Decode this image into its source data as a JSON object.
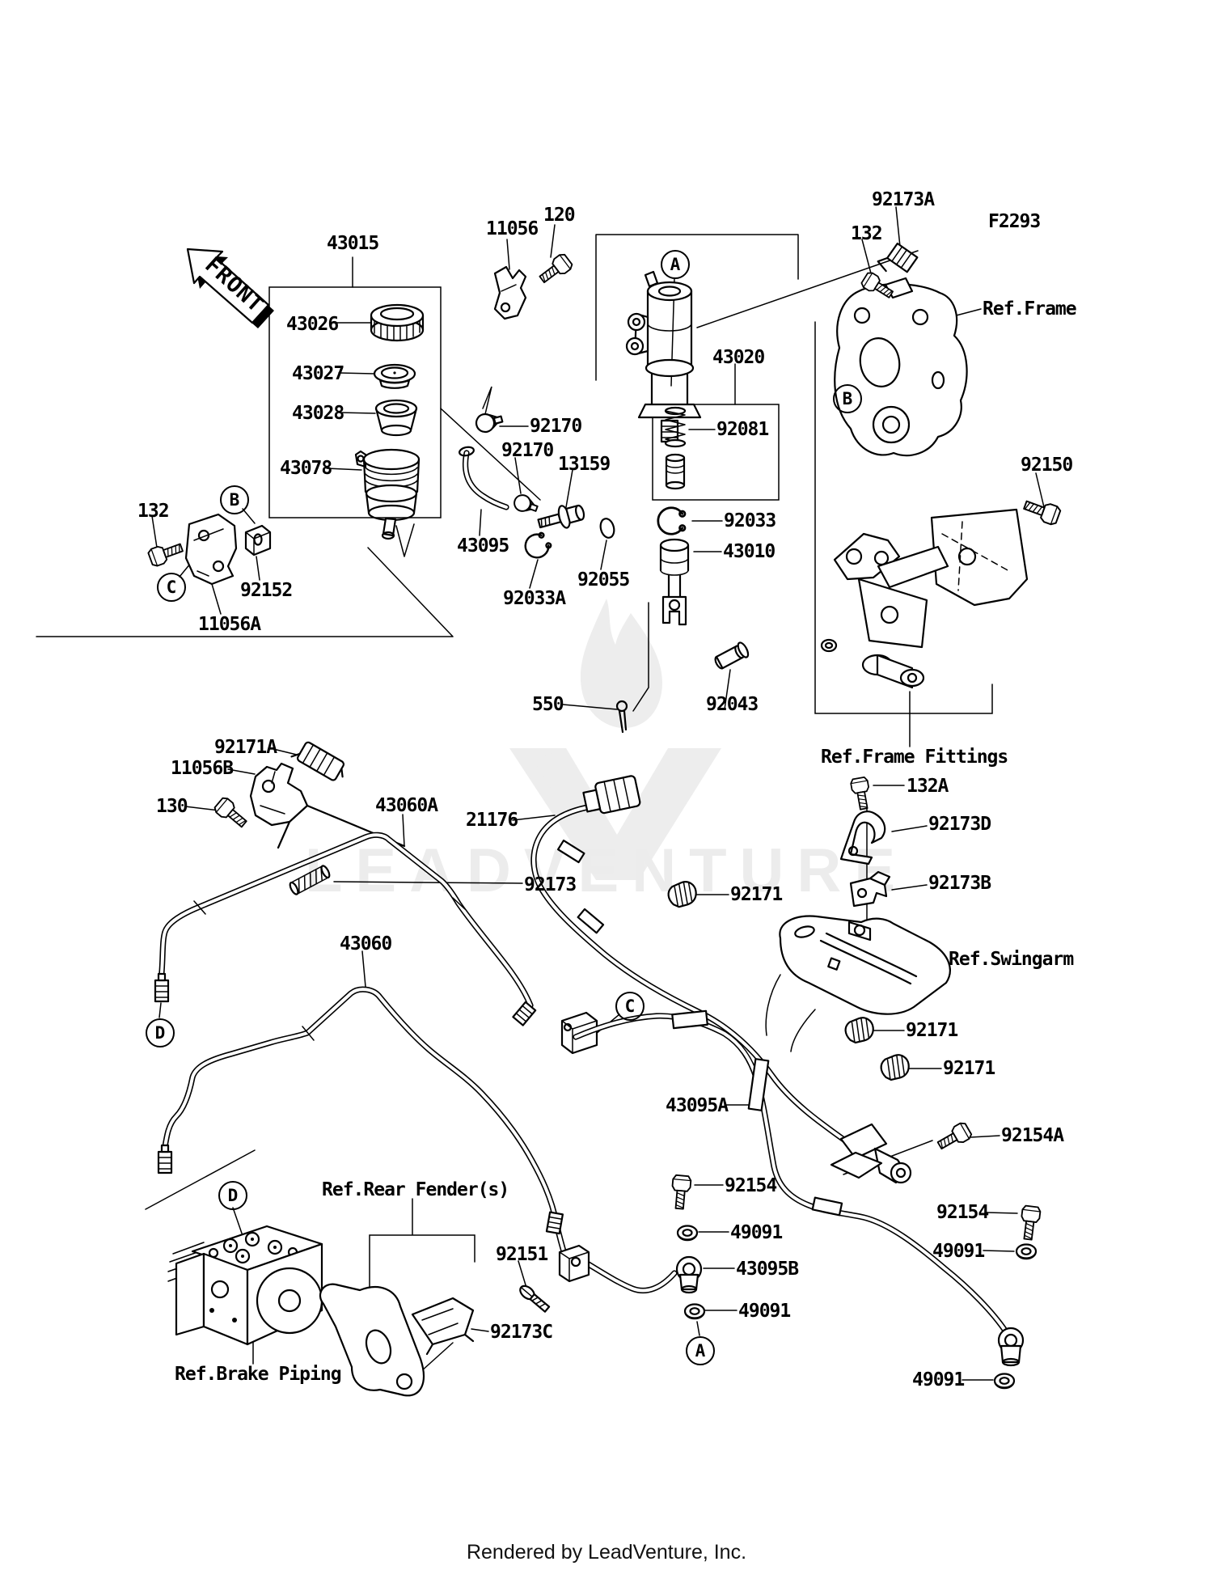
{
  "front_label": "FRONT",
  "watermark": "LEADVENTURE",
  "footer": "Rendered by LeadVenture, Inc.",
  "colors": {
    "line": "#000000",
    "background": "#ffffff",
    "watermark": "#ececec"
  },
  "labels": [
    "43015",
    "11056",
    "120",
    "43026",
    "43027",
    "43028",
    "43078",
    "92170",
    "92170",
    "13159",
    "43020",
    "92081",
    "92033",
    "43010",
    "43095",
    "92033A",
    "92055",
    "132",
    "92152",
    "11056A",
    "92173A",
    "132",
    "F2293",
    "Ref.Frame",
    "92150",
    "550",
    "92043",
    "Ref.Frame Fittings",
    "132A",
    "92173D",
    "92173B",
    "Ref.Swingarm",
    "92171A",
    "11056B",
    "130",
    "43060A",
    "21176",
    "92173",
    "92171",
    "43060",
    "43095A",
    "92171",
    "92171",
    "92154A",
    "92154",
    "49091",
    "43095B",
    "49091",
    "92151",
    "92173C",
    "Ref.Rear Fender(s)",
    "Ref.Brake Piping",
    "92154",
    "49091",
    "49091"
  ],
  "callouts": [
    "A",
    "B",
    "B",
    "C",
    "C",
    "D",
    "D",
    "A"
  ]
}
